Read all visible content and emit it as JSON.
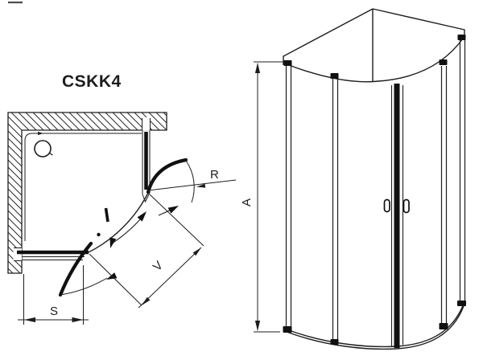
{
  "diagram": {
    "header": {
      "model_label": "CSKK4"
    },
    "plan_view": {
      "dimension_labels": {
        "s": "S",
        "v": "V",
        "r": "R"
      }
    },
    "perspective_view": {
      "dimension_labels": {
        "a": "A"
      }
    },
    "colors": {
      "line": "#1d1d1d",
      "background": "#ffffff"
    }
  }
}
